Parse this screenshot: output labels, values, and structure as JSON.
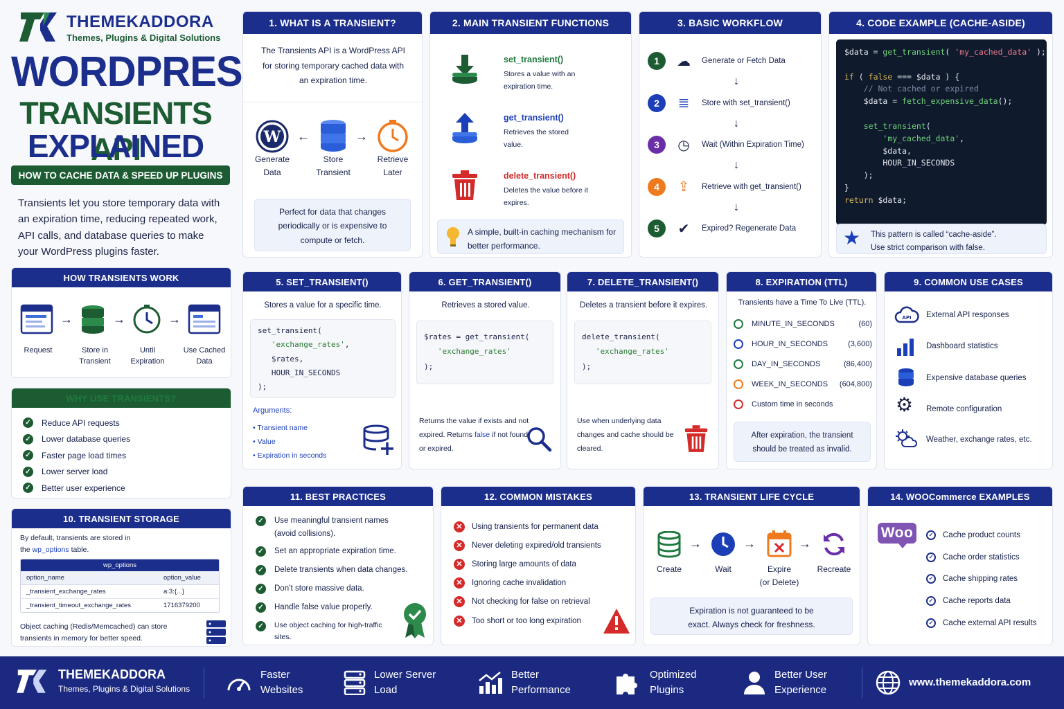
{
  "brand": {
    "name": "THEMEKADDORA",
    "tagline": "Themes, Plugins & Digital Solutions",
    "title_line1": "WORDPRESS",
    "title_line2": "TRANSIENTS API",
    "title_line3": "EXPLAINED",
    "subtitle": "HOW TO CACHE DATA & SPEED UP PLUGINS",
    "intro": "Transients let you store temporary data with an expiration time, reducing repeated work, API calls, and database queries to make your WordPress plugins faster."
  },
  "colors": {
    "navy": "#1c2e8c",
    "green": "#1d5c33",
    "red": "#d42a2a",
    "orange": "#ef7a1e",
    "purple": "#6a2fa8"
  },
  "how_work": {
    "title": "HOW TRANSIENTS WORK",
    "steps": [
      {
        "label": "Request",
        "icon": "browser-window-icon"
      },
      {
        "label": "Store in\nTransient",
        "icon": "database-icon"
      },
      {
        "label": "Until\nExpiration",
        "icon": "clock-icon"
      },
      {
        "label": "Use Cached\nData",
        "icon": "browser-window-icon"
      }
    ]
  },
  "why": {
    "title": "WHY USE TRANSIENTS?",
    "items": [
      "Reduce API requests",
      "Lower database queries",
      "Faster page load times",
      "Lower server load",
      "Better user experience"
    ]
  },
  "storage": {
    "title": "10. TRANSIENT STORAGE",
    "text_a": "By default, transients are stored in",
    "text_b": "the",
    "table_link": "wp_options",
    "text_c": "table.",
    "table_name": "wp_options",
    "columns": [
      "option_name",
      "option_value"
    ],
    "rows": [
      [
        "_transient_exchange_rates",
        "a:3:{...}"
      ],
      [
        "_transient_timeout_exchange_rates",
        "1716379200"
      ]
    ],
    "note": "Object caching (Redis/Memcached) can store transients in memory for better speed."
  },
  "s1": {
    "title": "1. WHAT IS A TRANSIENT?",
    "text": "The Transients API is a WordPress API for storing temporary cached data with an expiration time.",
    "steps": [
      "Generate\nData",
      "Store\nTransient",
      "Retrieve\nLater"
    ],
    "note": "Perfect for data that changes periodically or is expensive to compute or fetch."
  },
  "s2": {
    "title": "2. MAIN TRANSIENT FUNCTIONS",
    "functions": [
      {
        "name": "set_transient()",
        "desc": "Stores a value with an expiration time.",
        "icon": "download-icon"
      },
      {
        "name": "get_transient()",
        "desc": "Retrieves the stored value.",
        "icon": "upload-icon"
      },
      {
        "name": "delete_transient()",
        "desc": "Deletes the value before it expires.",
        "icon": "trash-icon"
      }
    ],
    "note": "A simple, built-in caching mechanism for better performance."
  },
  "s3": {
    "title": "3. BASIC WORKFLOW",
    "steps": [
      {
        "n": "1",
        "label": "Generate or Fetch Data",
        "color": "#1d5c33"
      },
      {
        "n": "2",
        "label": "Store with set_transient()",
        "color": "#1c3fb8"
      },
      {
        "n": "3",
        "label": "Wait (Within Expiration Time)",
        "color": "#6a2fa8"
      },
      {
        "n": "4",
        "label": "Retrieve with get_transient()",
        "color": "#ef7a1e"
      },
      {
        "n": "5",
        "label": "Expired? Regenerate Data",
        "color": "#1d5c33"
      }
    ]
  },
  "s4": {
    "title": "4. CODE EXAMPLE (CACHE-ASIDE)",
    "note": "This pattern is called “cache-aside”.\nUse strict comparison with false."
  },
  "s5": {
    "title": "5. SET_TRANSIENT()",
    "desc": "Stores a value for a specific time.",
    "args_title": "Arguments:",
    "args": [
      "Transient name",
      "Value",
      "Expiration in seconds"
    ]
  },
  "s6": {
    "title": "6. GET_TRANSIENT()",
    "desc": "Retrieves a stored value.",
    "note_a": "Returns the value if exists and not expired. Returns",
    "note_false": "false",
    "note_b": "if not found or expired."
  },
  "s7": {
    "title": "7. DELETE_TRANSIENT()",
    "desc": "Deletes a transient before it expires.",
    "note": "Use when underlying data changes and cache should be cleared."
  },
  "s8": {
    "title": "8. EXPIRATION (TTL)",
    "desc": "Transients have a Time To Live (TTL).",
    "items": [
      {
        "name": "MINUTE_IN_SECONDS",
        "value": "(60)",
        "color": "#1d7a3c"
      },
      {
        "name": "HOUR_IN_SECONDS",
        "value": "(3,600)",
        "color": "#1c3fb8"
      },
      {
        "name": "DAY_IN_SECONDS",
        "value": "(86,400)",
        "color": "#1d7a3c"
      },
      {
        "name": "WEEK_IN_SECONDS",
        "value": "(604,800)",
        "color": "#ef7a1e"
      },
      {
        "name": "Custom time in seconds",
        "value": "",
        "color": "#d42a2a"
      }
    ],
    "note": "After expiration, the transient should be treated as invalid."
  },
  "s9": {
    "title": "9. COMMON USE CASES",
    "items": [
      {
        "label": "External API responses",
        "icon": "api-cloud-icon"
      },
      {
        "label": "Dashboard statistics",
        "icon": "bar-chart-icon"
      },
      {
        "label": "Expensive database queries",
        "icon": "database-icon"
      },
      {
        "label": "Remote configuration",
        "icon": "gear-icon"
      },
      {
        "label": "Weather, exchange rates, etc.",
        "icon": "weather-icon"
      }
    ]
  },
  "s11": {
    "title": "11. BEST PRACTICES",
    "items": [
      "Use meaningful transient names (avoid collisions).",
      "Set an appropriate expiration time.",
      "Delete transients when data changes.",
      "Don’t store massive data.",
      "Handle false value properly.",
      "Use object caching for high-traffic sites."
    ]
  },
  "s12": {
    "title": "12. COMMON MISTAKES",
    "items": [
      "Using transients for permanent data",
      "Never deleting expired/old transients",
      "Storing large amounts of data",
      "Ignoring cache invalidation",
      "Not checking for false on retrieval",
      "Too short or too long expiration"
    ]
  },
  "s13": {
    "title": "13. TRANSIENT LIFE CYCLE",
    "steps": [
      "Create",
      "Wait",
      "Expire\n(or Delete)",
      "Recreate"
    ],
    "note": "Expiration is not guaranteed to be exact. Always check for freshness."
  },
  "s14": {
    "title": "14. WOOCommerce EXAMPLES",
    "logo": "Woo",
    "items": [
      "Cache product counts",
      "Cache order statistics",
      "Cache shipping rates",
      "Cache reports data",
      "Cache external API results"
    ]
  },
  "footer": {
    "brand": "THEMEKADDORA",
    "tagline": "Themes, Plugins & Digital Solutions",
    "items": [
      {
        "label": "Faster\nWebsites",
        "icon": "speedometer-icon"
      },
      {
        "label": "Lower Server\nLoad",
        "icon": "server-icon"
      },
      {
        "label": "Better\nPerformance",
        "icon": "growth-chart-icon"
      },
      {
        "label": "Optimized\nPlugins",
        "icon": "puzzle-icon"
      },
      {
        "label": "Better User\nExperience",
        "icon": "user-icon"
      }
    ],
    "url": "www.themekaddora.com"
  }
}
